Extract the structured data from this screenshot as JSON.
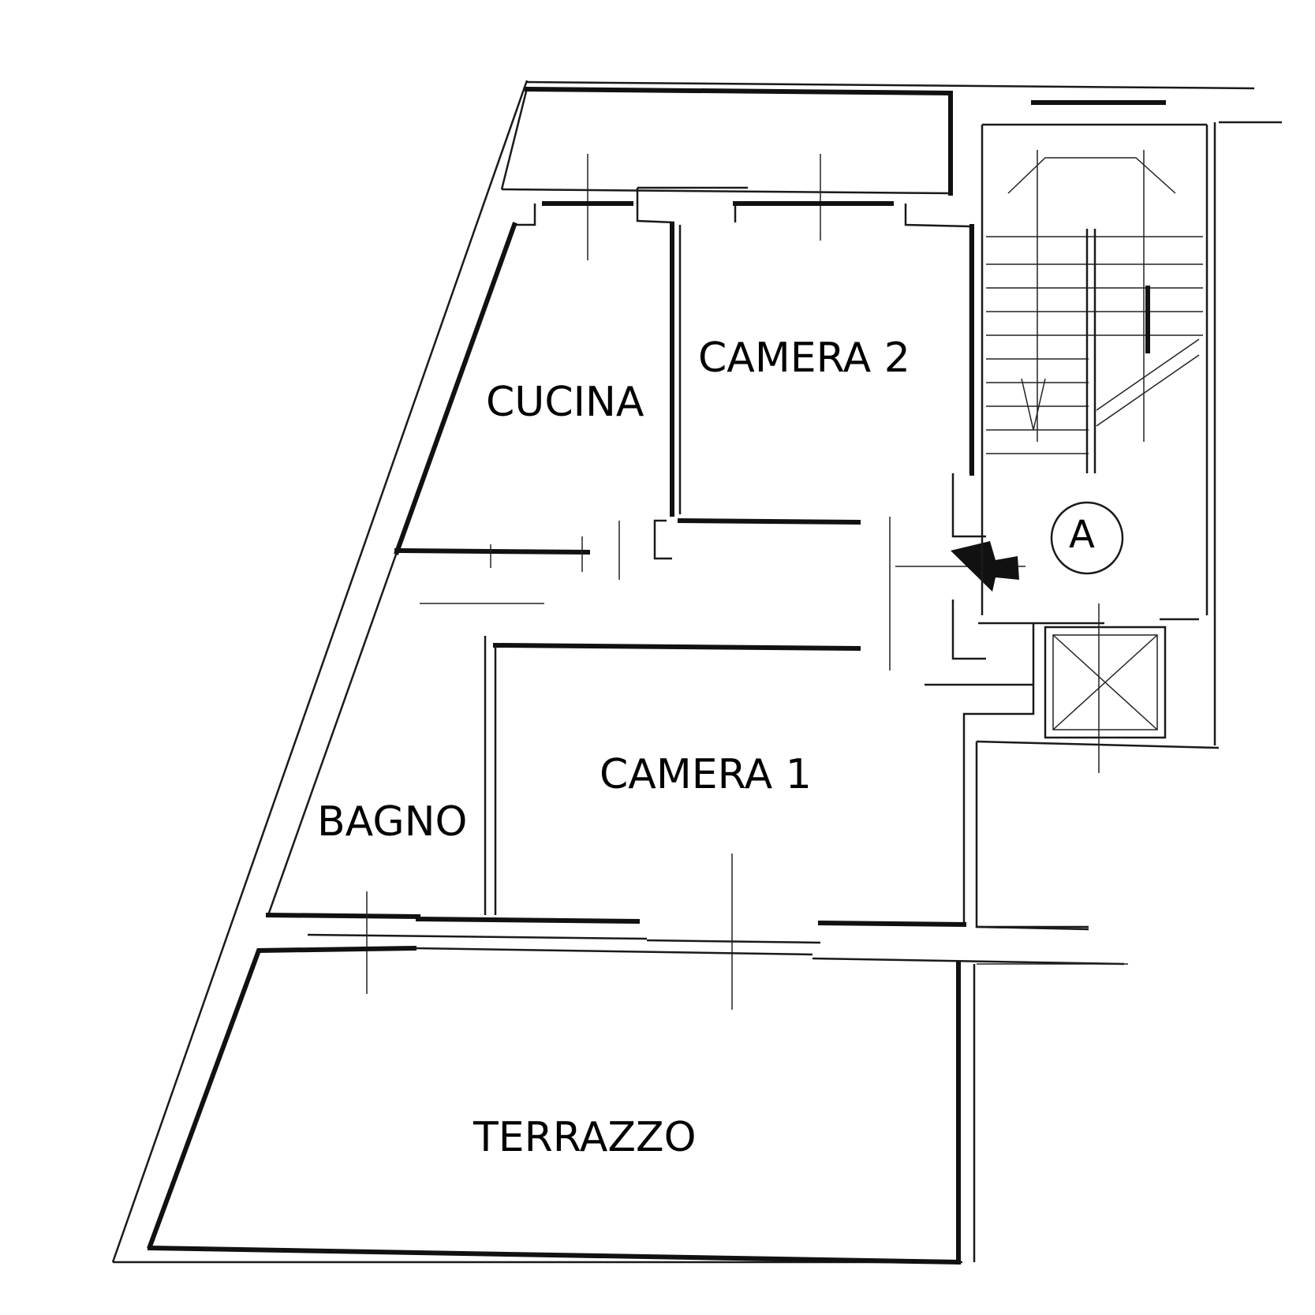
{
  "rooms": {
    "camera2": "CAMERA 2",
    "cucina": "CUCINA",
    "camera1": "CAMERA 1",
    "bagno": "BAGNO",
    "terrazzo": "TERRAZZO"
  },
  "stair_marker": "A",
  "colors": {
    "ink": "#111111",
    "paper": "#ffffff"
  }
}
